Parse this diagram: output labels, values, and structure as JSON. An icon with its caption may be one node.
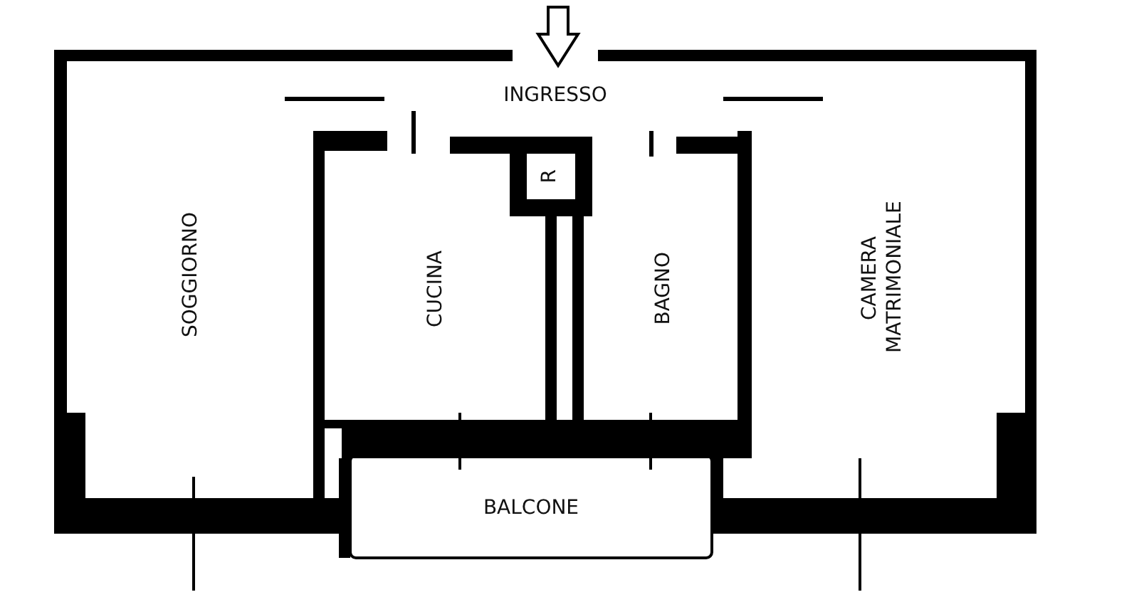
{
  "diagram": {
    "nodes": [
      {
        "text": [
          "INGRESSO"
        ]
      },
      {
        "text": [
          "R"
        ]
      },
      {
        "text": [
          "SOGGIORNO"
        ]
      },
      {
        "text": [
          "CUCINA"
        ]
      },
      {
        "text": [
          "BAGNO"
        ]
      },
      {
        "text": [
          "CAMERA MATRIMONIALE"
        ]
      },
      {
        "text": [
          "BALCONE"
        ]
      }
    ],
    "edges": []
  }
}
